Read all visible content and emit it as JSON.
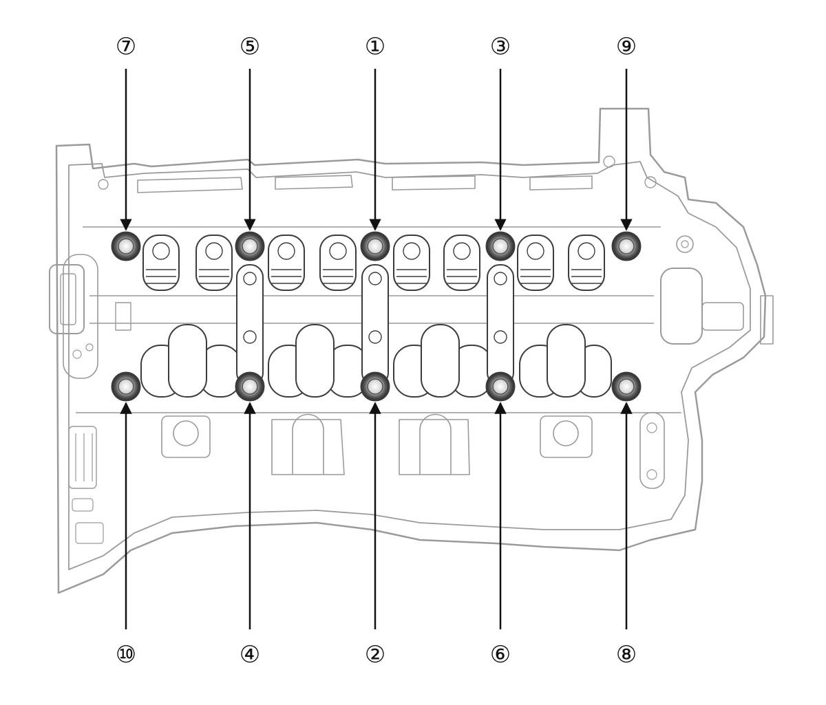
{
  "diagram": {
    "subject": "cylinder head bolt tightening sequence",
    "line_color": "#9a9a9a",
    "bolt_color": "#3a3a3a",
    "arrow_color": "#111111",
    "callouts_top": [
      {
        "id": "7",
        "label": "⑦"
      },
      {
        "id": "5",
        "label": "⑤"
      },
      {
        "id": "1",
        "label": "①"
      },
      {
        "id": "3",
        "label": "③"
      },
      {
        "id": "9",
        "label": "⑨"
      }
    ],
    "callouts_bottom": [
      {
        "id": "10",
        "label": "⑩"
      },
      {
        "id": "4",
        "label": "④"
      },
      {
        "id": "2",
        "label": "②"
      },
      {
        "id": "6",
        "label": "⑥"
      },
      {
        "id": "8",
        "label": "⑧"
      }
    ]
  }
}
